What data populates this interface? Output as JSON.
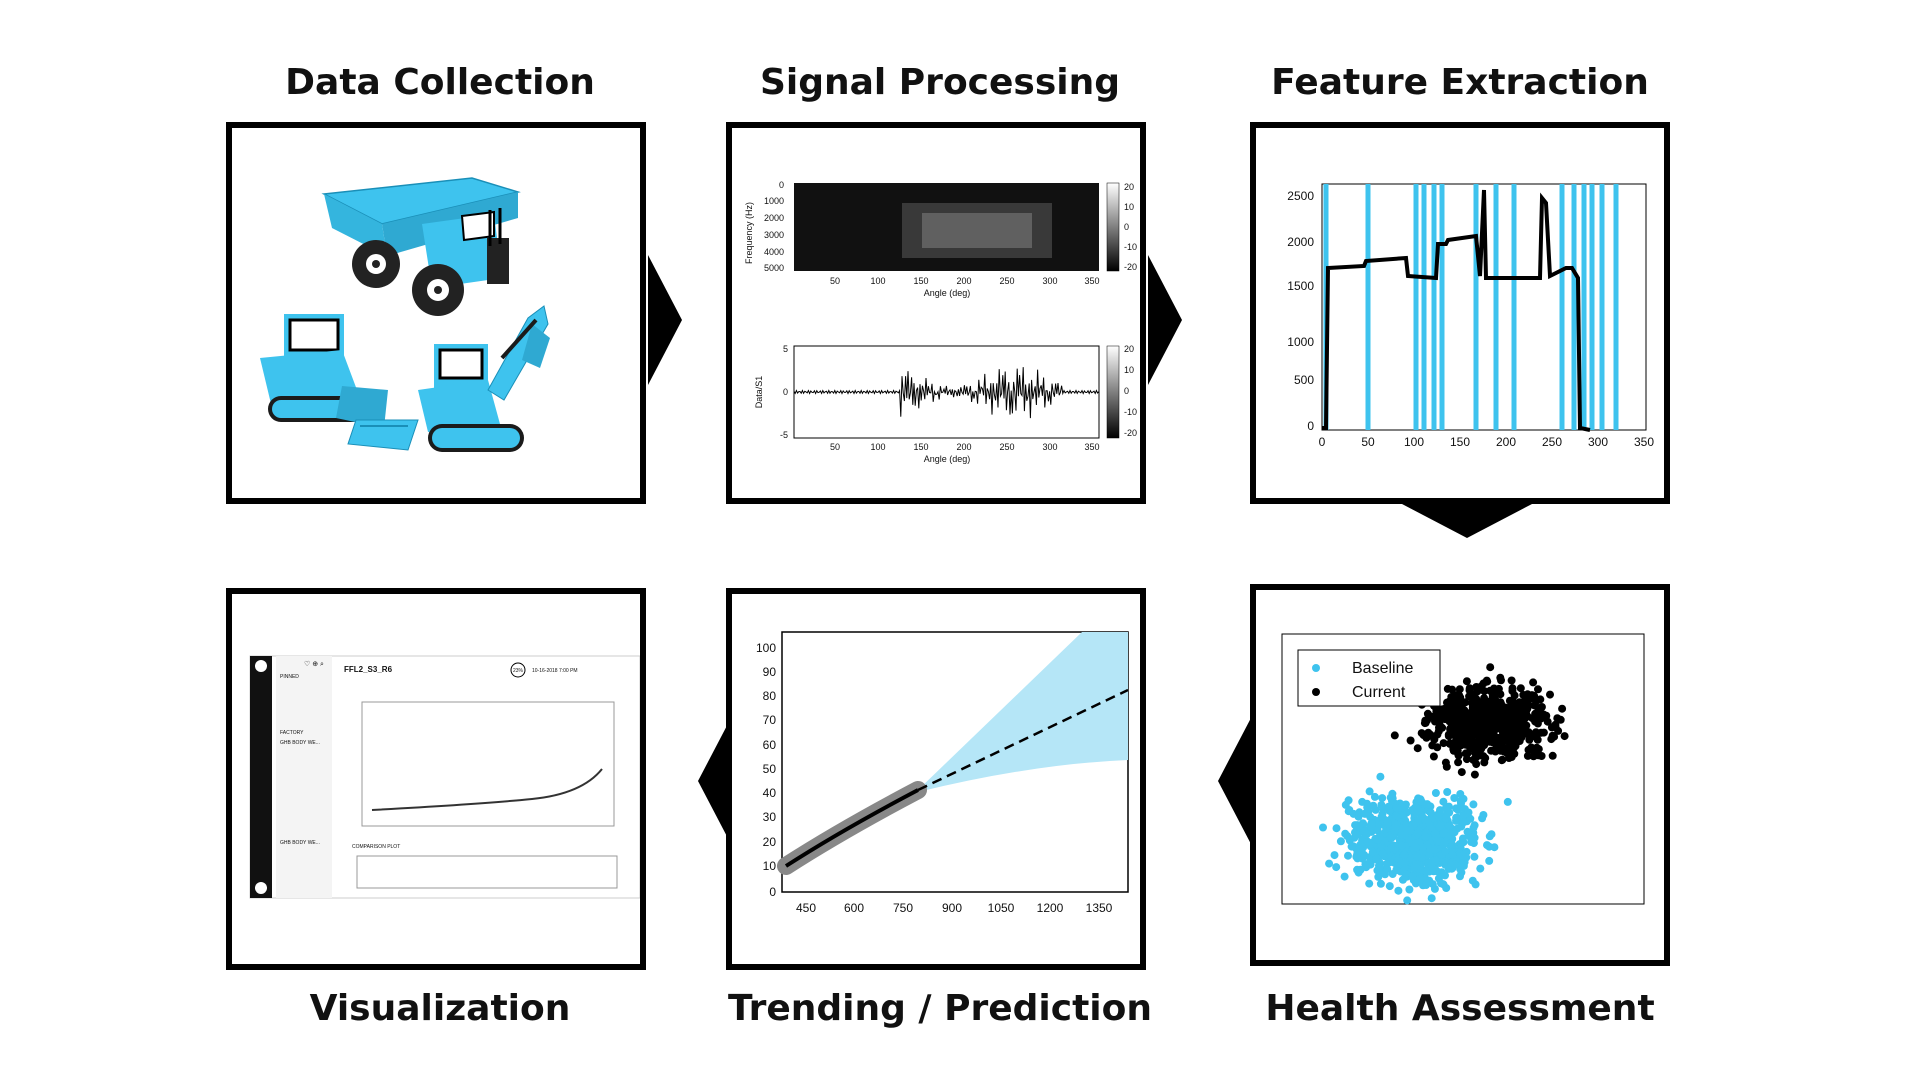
{
  "stages": {
    "data_collection": "Data Collection",
    "signal_processing": "Signal Processing",
    "feature_extraction": "Feature Extraction",
    "health_assessment": "Health Assessment",
    "trending_prediction": "Trending / Prediction",
    "visualization": "Visualization"
  },
  "colors": {
    "accent": "#3ec3ee",
    "frame": "#000000"
  },
  "spectrogram": {
    "ylabel": "Frequency (Hz)",
    "xlabel": "Angle (deg)",
    "yticks": [
      "0",
      "1000",
      "2000",
      "3000",
      "4000",
      "5000"
    ],
    "xticks": [
      "50",
      "100",
      "150",
      "200",
      "250",
      "300",
      "350"
    ],
    "cbar_ticks": [
      "20",
      "10",
      "0",
      "-10",
      "-20"
    ]
  },
  "waveform": {
    "ylabel": "Data/S1",
    "xlabel": "Angle (deg)",
    "yticks": [
      "5",
      "0",
      "-5"
    ],
    "xticks": [
      "50",
      "100",
      "150",
      "200",
      "250",
      "300",
      "350"
    ],
    "cbar_ticks": [
      "20",
      "10",
      "0",
      "-10",
      "-20"
    ]
  },
  "feature_plot": {
    "yticks": [
      "2500",
      "2000",
      "1500",
      "1000",
      "500",
      "0"
    ],
    "xticks": [
      "0",
      "50",
      "100",
      "150",
      "200",
      "250",
      "300",
      "350"
    ]
  },
  "health_plot": {
    "legend": {
      "baseline": "Baseline",
      "current": "Current"
    }
  },
  "trend_plot": {
    "yticks": [
      "100",
      "90",
      "80",
      "70",
      "60",
      "50",
      "40",
      "30",
      "20",
      "10",
      "0"
    ],
    "xticks": [
      "450",
      "600",
      "750",
      "900",
      "1050",
      "1200",
      "1350"
    ]
  },
  "dashboard": {
    "title": "FFL2_S3_R6",
    "date": "10-16-2018 7:00 PM",
    "badge": "23%",
    "groups": [
      "PINNED",
      "FACTORY",
      "GHB BODY WE...",
      "GHB BODY WE..."
    ],
    "section": "COMPARISON PLOT"
  }
}
